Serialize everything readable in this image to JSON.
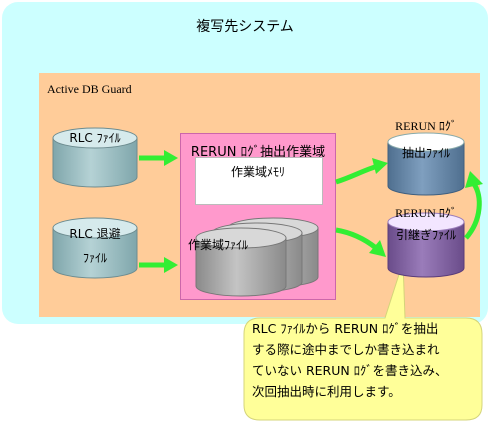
{
  "replica_system": {
    "title": "複写先システム"
  },
  "db_guard": {
    "title": "Active DB Guard"
  },
  "rlc_file": {
    "label": "RLC ﾌｧｲﾙ"
  },
  "rlc_evac_file": {
    "label_line1": "RLC 退避",
    "label_line2": "ﾌｧｲﾙ"
  },
  "work_area": {
    "title": "RERUN ﾛｸﾞ抽出作業域",
    "memory_label": "作業域ﾒﾓﾘ",
    "file_label": "作業域ﾌｧｲﾙ"
  },
  "rerun_extract_file": {
    "label_line1": "RERUN ﾛｸﾞ",
    "label_line2": "抽出ﾌｧｲﾙ"
  },
  "rerun_handover_file": {
    "label_line1": "RERUN ﾛｸﾞ",
    "label_line2": "引継ぎﾌｧｲﾙ"
  },
  "callout": {
    "line1": "RLC ﾌｧｲﾙから RERUN ﾛｸﾞを抽出",
    "line2": "する際に途中までしか書き込まれ",
    "line3": "ていない RERUN ﾛｸﾞを書き込み、",
    "line4": "次回抽出時に利用します。"
  },
  "colors": {
    "outer_bg": "#ccffff",
    "guard_bg": "#ffcc99",
    "work_area_bg": "#ff99cc",
    "arrow": "#33ee33",
    "callout_bg": "#ffff99",
    "cylinder_teal": "#8fb3b8",
    "cylinder_blue": "#5f7f9f",
    "cylinder_purple": "#7a5c9a",
    "cylinder_gray": "#a0a0a0"
  }
}
